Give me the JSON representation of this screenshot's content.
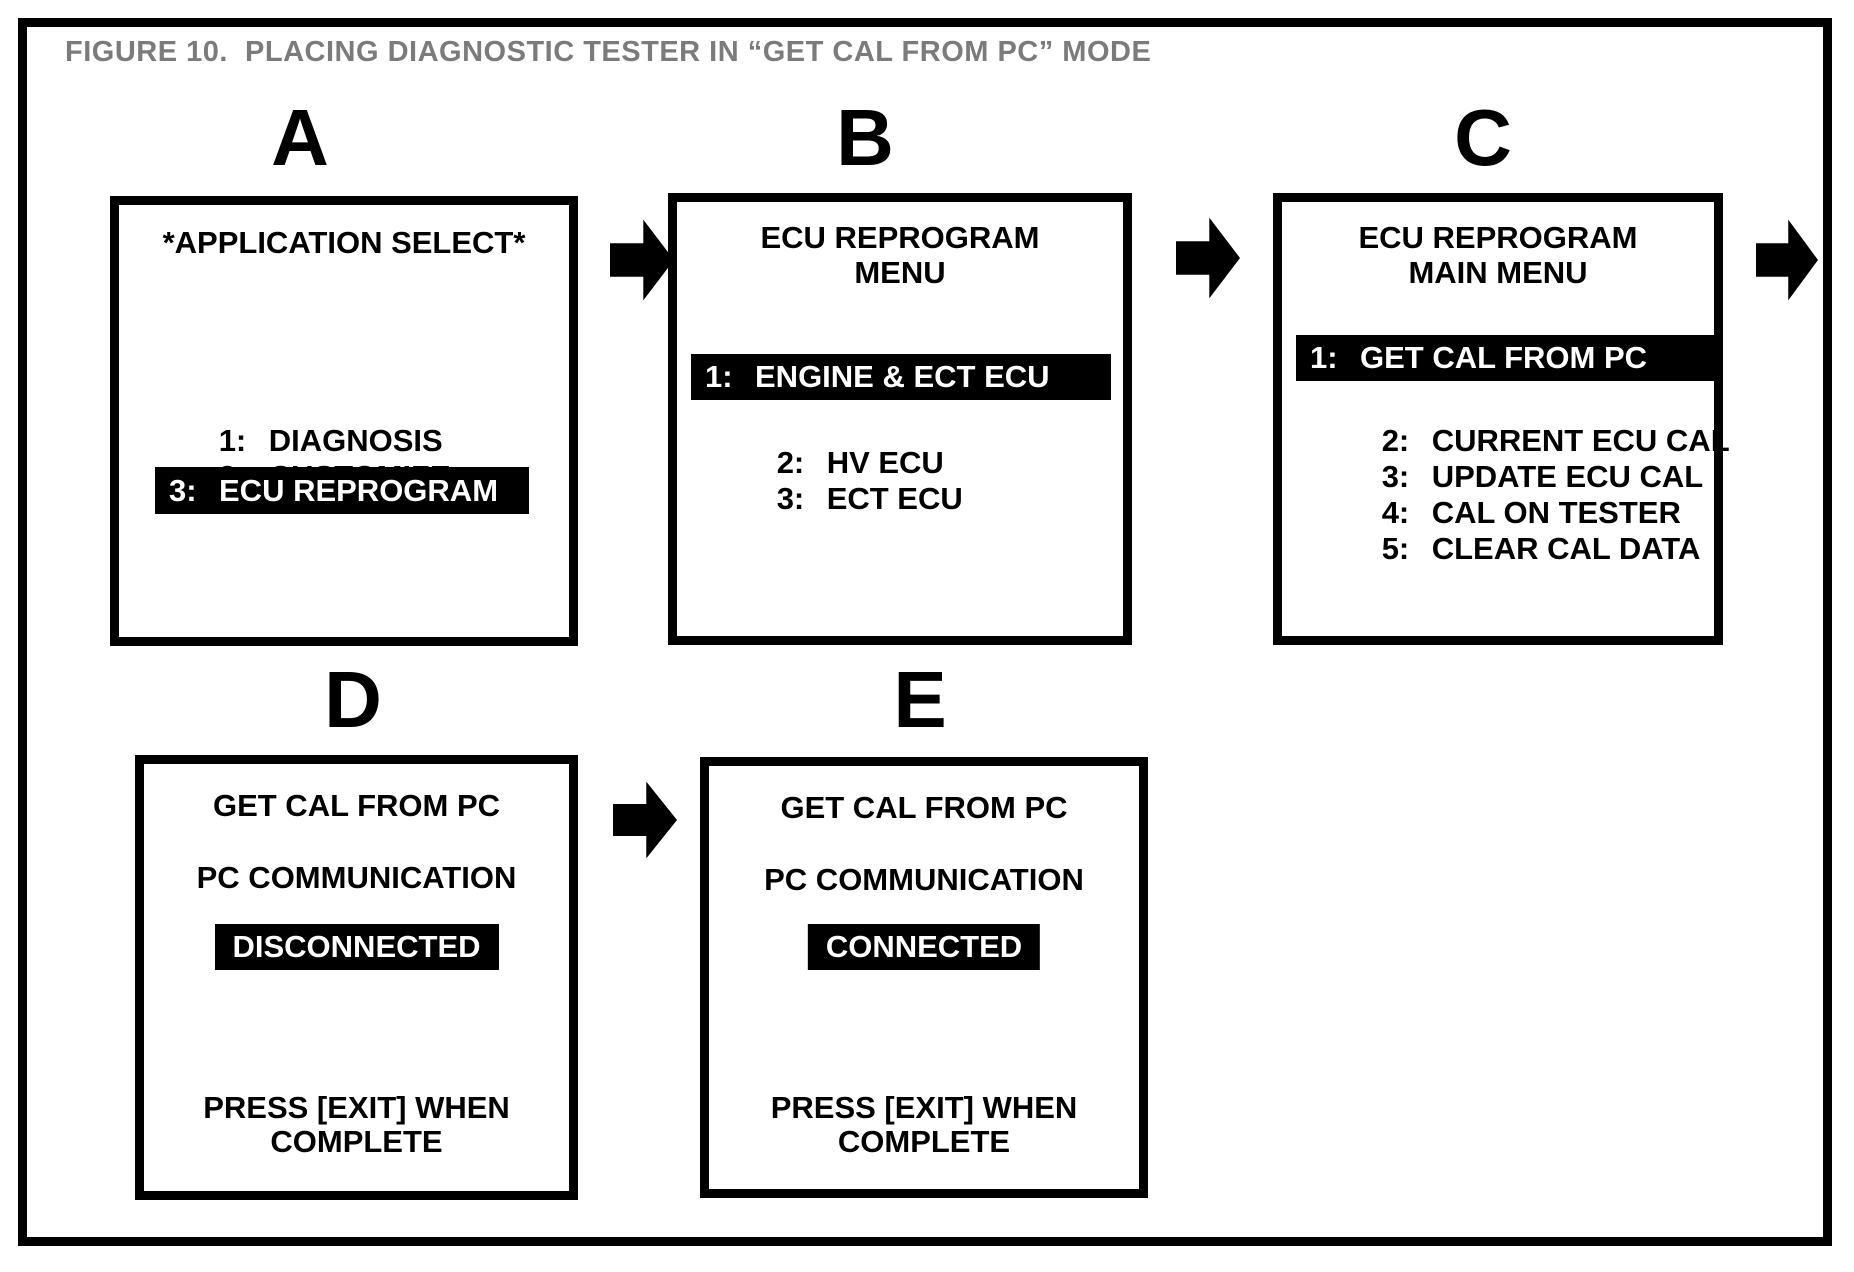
{
  "figure": {
    "title": "FIGURE 10.  PLACING DIAGNOSTIC TESTER IN “GET CAL FROM PC” MODE"
  },
  "colors": {
    "ink": "#000000",
    "title_gray": "#7b7b7b",
    "highlight_bg": "#000000",
    "highlight_fg": "#ffffff",
    "background": "#ffffff"
  },
  "icons": {
    "flow_arrow": "solid-black-right-block-arrow"
  },
  "panels": [
    {
      "label": "A",
      "title_lines": [
        "*APPLICATION SELECT*"
      ],
      "items": [
        {
          "num": "1:",
          "text": "DIAGNOSIS",
          "highlighted": false
        },
        {
          "num": "2:",
          "text": "CUSTOMIZE",
          "highlighted": false
        },
        {
          "num": "3:",
          "text": "ECU REPROGRAM",
          "highlighted": true
        }
      ]
    },
    {
      "label": "B",
      "title_lines": [
        "ECU REPROGRAM",
        "MENU"
      ],
      "items": [
        {
          "num": "1:",
          "text": "ENGINE & ECT ECU",
          "highlighted": true
        },
        {
          "num": "2:",
          "text": "HV ECU",
          "highlighted": false
        },
        {
          "num": "3:",
          "text": "ECT ECU",
          "highlighted": false
        }
      ]
    },
    {
      "label": "C",
      "title_lines": [
        "ECU REPROGRAM",
        "MAIN MENU"
      ],
      "items": [
        {
          "num": "1:",
          "text": "GET CAL FROM PC",
          "highlighted": true
        },
        {
          "num": "2:",
          "text": "CURRENT ECU CAL",
          "highlighted": false
        },
        {
          "num": "3:",
          "text": "UPDATE ECU CAL",
          "highlighted": false
        },
        {
          "num": "4:",
          "text": "CAL ON TESTER",
          "highlighted": false
        },
        {
          "num": "5:",
          "text": "CLEAR CAL DATA",
          "highlighted": false
        }
      ]
    },
    {
      "label": "D",
      "lines": [
        "GET CAL FROM PC",
        "PC COMMUNICATION"
      ],
      "status": "DISCONNECTED",
      "footer_lines": [
        "PRESS [EXIT] WHEN",
        "COMPLETE"
      ]
    },
    {
      "label": "E",
      "lines": [
        "GET CAL FROM PC",
        "PC COMMUNICATION"
      ],
      "status": "CONNECTED",
      "footer_lines": [
        "PRESS [EXIT] WHEN",
        "COMPLETE"
      ]
    }
  ]
}
